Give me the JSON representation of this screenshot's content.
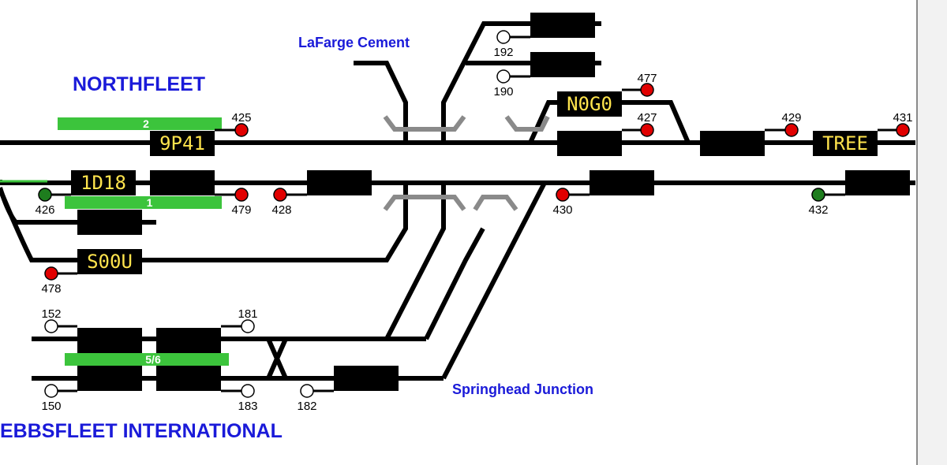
{
  "labels": {
    "northfleet": "NORTHFLEET",
    "lafarge": "LaFarge Cement",
    "springhead": "Springhead Junction",
    "ebbsfleet": "EBBSFLEET INTERNATIONAL"
  },
  "colors": {
    "track": "#000000",
    "signal_red": "#e10000",
    "signal_green": "#1e7d1e",
    "signal_off": "#ffffff",
    "platform": "#3cc43c",
    "berth": "#000000",
    "berth_text": "#ffe44d",
    "station_label": "#1a1ad9",
    "platform_edge": "#8a8a8a"
  },
  "berths": [
    {
      "id": "9P41",
      "text": "9P41"
    },
    {
      "id": "1D18",
      "text": "1D18"
    },
    {
      "id": "S00U",
      "text": "S00U"
    },
    {
      "id": "N0G0",
      "text": "N0G0"
    },
    {
      "id": "TREE",
      "text": "TREE"
    },
    {
      "id": "b-main-mid",
      "text": ""
    },
    {
      "id": "b-up-mid",
      "text": ""
    },
    {
      "id": "b-nogo-main",
      "text": ""
    },
    {
      "id": "b-up-430",
      "text": ""
    },
    {
      "id": "b-main-429",
      "text": ""
    },
    {
      "id": "b-up-432",
      "text": ""
    },
    {
      "id": "b-siding",
      "text": ""
    },
    {
      "id": "b-192",
      "text": ""
    },
    {
      "id": "b-190",
      "text": ""
    },
    {
      "id": "b-ebb-a1",
      "text": ""
    },
    {
      "id": "b-ebb-a2",
      "text": ""
    },
    {
      "id": "b-ebb-b1",
      "text": ""
    },
    {
      "id": "b-ebb-b2",
      "text": ""
    },
    {
      "id": "b-182",
      "text": ""
    }
  ],
  "signals": [
    {
      "num": "425",
      "aspect": "red"
    },
    {
      "num": "426",
      "aspect": "green"
    },
    {
      "num": "479",
      "aspect": "red"
    },
    {
      "num": "428",
      "aspect": "red"
    },
    {
      "num": "478",
      "aspect": "red"
    },
    {
      "num": "477",
      "aspect": "red"
    },
    {
      "num": "427",
      "aspect": "red"
    },
    {
      "num": "429",
      "aspect": "red"
    },
    {
      "num": "431",
      "aspect": "red"
    },
    {
      "num": "430",
      "aspect": "red"
    },
    {
      "num": "432",
      "aspect": "green"
    },
    {
      "num": "192",
      "aspect": "off"
    },
    {
      "num": "190",
      "aspect": "off"
    },
    {
      "num": "152",
      "aspect": "off"
    },
    {
      "num": "181",
      "aspect": "off"
    },
    {
      "num": "150",
      "aspect": "off"
    },
    {
      "num": "183",
      "aspect": "off"
    },
    {
      "num": "182",
      "aspect": "off"
    }
  ],
  "platforms": [
    {
      "label": "2"
    },
    {
      "label": "1"
    },
    {
      "label": "5/6"
    }
  ]
}
